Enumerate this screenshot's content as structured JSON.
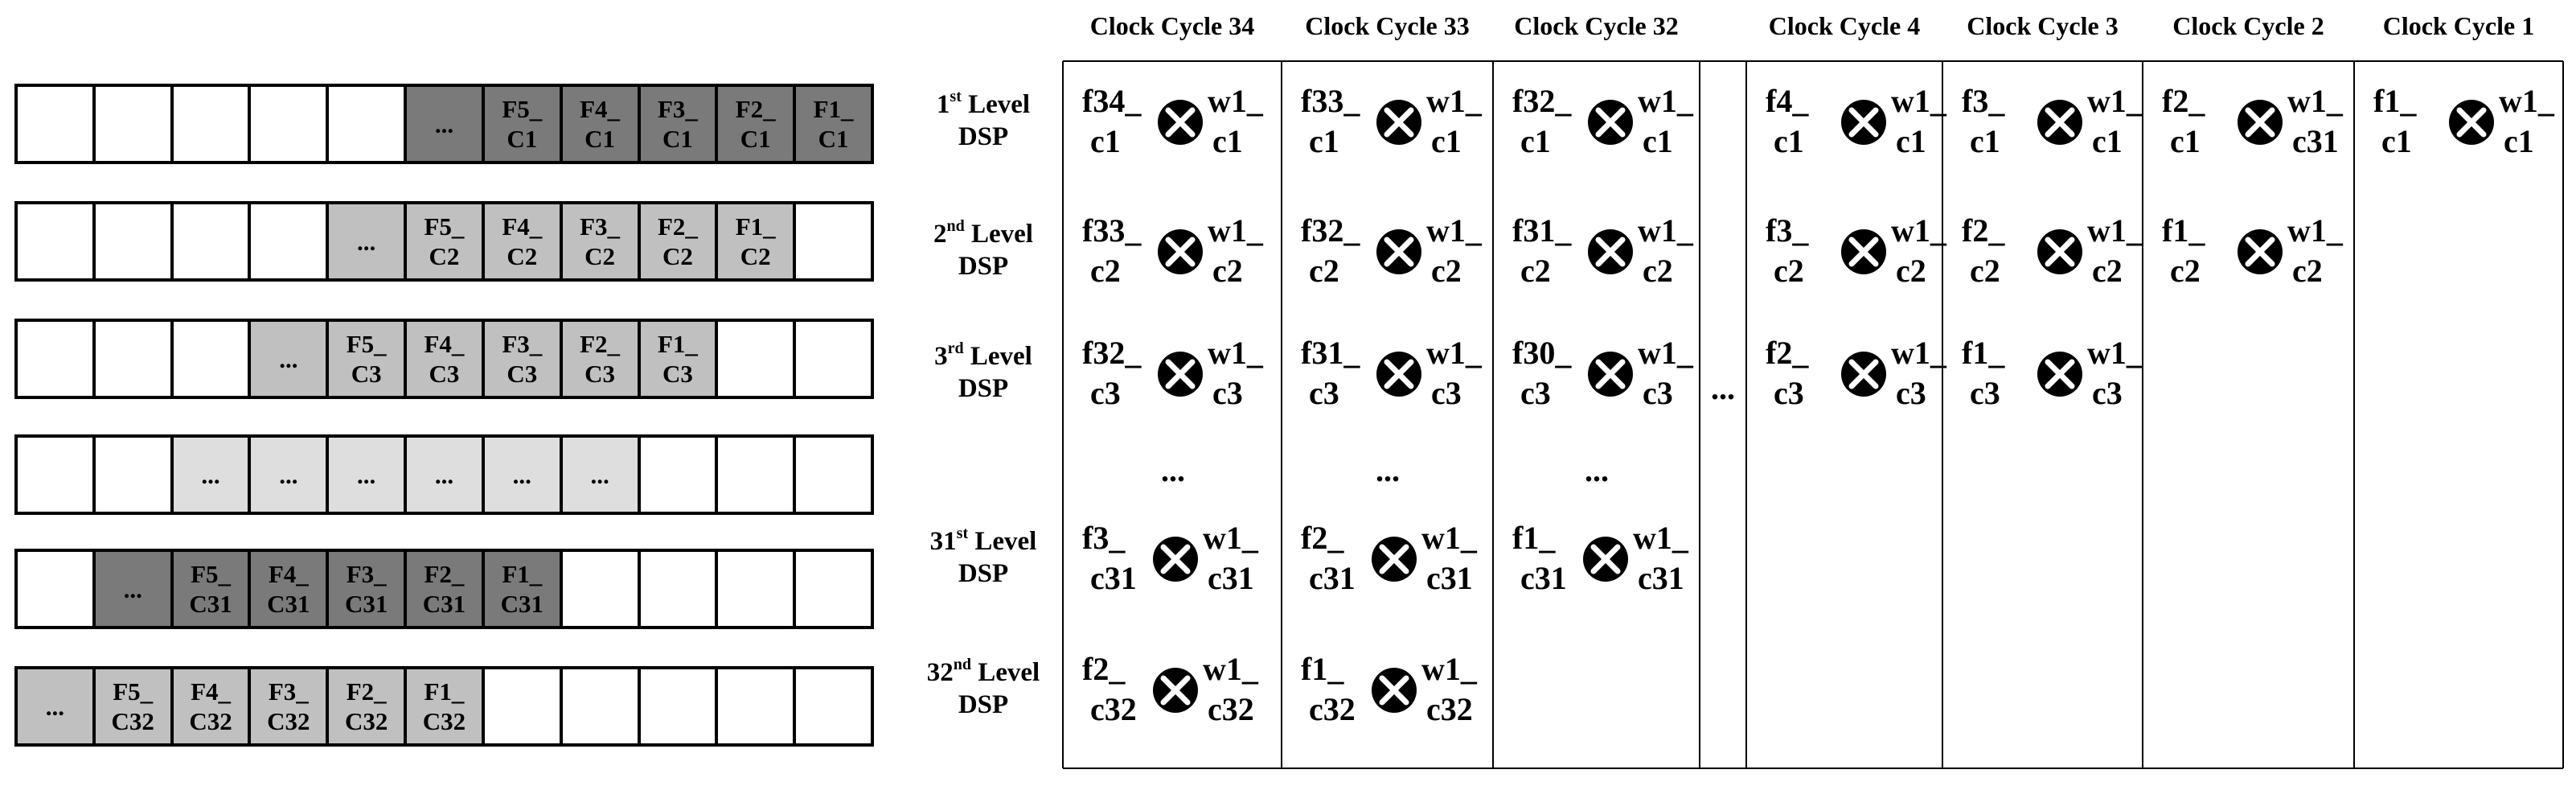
{
  "clock_headers": [
    "Clock Cycle 34",
    "Clock Cycle 33",
    "Clock Cycle 32",
    "Clock Cycle 4",
    "Clock Cycle 3",
    "Clock Cycle 2",
    "Clock Cycle 1"
  ],
  "gap_ellipsis": "...",
  "vertical_ellipsis": "...",
  "levels": [
    {
      "num": "1",
      "suffix": "st",
      "word": "Level",
      "unit": "DSP"
    },
    {
      "num": "2",
      "suffix": "nd",
      "word": "Level",
      "unit": "DSP"
    },
    {
      "num": "3",
      "suffix": "rd",
      "word": "Level",
      "unit": "DSP"
    },
    {
      "num": "31",
      "suffix": "st",
      "word": "Level",
      "unit": "DSP"
    },
    {
      "num": "32",
      "suffix": "nd",
      "word": "Level",
      "unit": "DSP"
    }
  ],
  "buffer_rows": [
    {
      "shade": "dark",
      "cells": [
        "",
        "",
        "",
        "",
        "",
        "...",
        "F5_|C1",
        "F4_|C1",
        "F3_|C1",
        "F2_|C1",
        "F1_|C1"
      ]
    },
    {
      "shade": "mid",
      "cells": [
        "",
        "",
        "",
        "",
        "...",
        "F5_|C2",
        "F4_|C2",
        "F3_|C2",
        "F2_|C2",
        "F1_|C2",
        ""
      ]
    },
    {
      "shade": "mid",
      "cells": [
        "",
        "",
        "",
        "...",
        "F5_|C3",
        "F4_|C3",
        "F3_|C3",
        "F2_|C3",
        "F1_|C3",
        "",
        ""
      ]
    },
    {
      "shade": "light",
      "cells": [
        "",
        "",
        "...",
        "...",
        "...",
        "...",
        "...",
        "...",
        "",
        "",
        ""
      ]
    },
    {
      "shade": "dark",
      "cells": [
        "",
        "...",
        "F5_|C31",
        "F4_|C31",
        "F3_|C31",
        "F2_|C31",
        "F1_|C31",
        "",
        "",
        "",
        ""
      ]
    },
    {
      "shade": "mid",
      "cells": [
        "...",
        "F5_|C32",
        "F4_|C32",
        "F3_|C32",
        "F2_|C32",
        "F1_|C32",
        "",
        "",
        "",
        "",
        ""
      ]
    }
  ],
  "operations": [
    [
      [
        "f34_",
        "c1",
        "w1_",
        "c1"
      ],
      [
        "f33_",
        "c1",
        "w1_",
        "c1"
      ],
      [
        "f32_",
        "c1",
        "w1_",
        "c1"
      ],
      [
        "f4_",
        "c1",
        "w1_",
        "c1"
      ],
      [
        "f3_",
        "c1",
        "w1_",
        "c1"
      ],
      [
        "f2_",
        "c1",
        "w1_",
        "c31"
      ],
      [
        "f1_",
        "c1",
        "w1_",
        "c1"
      ]
    ],
    [
      [
        "f33_",
        "c2",
        "w1_",
        "c2"
      ],
      [
        "f32_",
        "c2",
        "w1_",
        "c2"
      ],
      [
        "f31_",
        "c2",
        "w1_",
        "c2"
      ],
      [
        "f3_",
        "c2",
        "w1_",
        "c2"
      ],
      [
        "f2_",
        "c2",
        "w1_",
        "c2"
      ],
      [
        "f1_",
        "c2",
        "w1_",
        "c2"
      ],
      null
    ],
    [
      [
        "f32_",
        "c3",
        "w1_",
        "c3"
      ],
      [
        "f31_",
        "c3",
        "w1_",
        "c3"
      ],
      [
        "f30_",
        "c3",
        "w1_",
        "c3"
      ],
      [
        "f2_",
        "c3",
        "w1_",
        "c3"
      ],
      [
        "f1_",
        "c3",
        "w1_",
        "c3"
      ],
      null,
      null
    ],
    [
      [
        "f3_",
        "c31",
        "w1_",
        "c31"
      ],
      [
        "f2_",
        "c31",
        "w1_",
        "c31"
      ],
      [
        "f1_",
        "c31",
        "w1_",
        "c31"
      ],
      null,
      null,
      null,
      null
    ],
    [
      [
        "f2_",
        "c32",
        "w1_",
        "c32"
      ],
      [
        "f1_",
        "c32",
        "w1_",
        "c32"
      ],
      null,
      null,
      null,
      null,
      null
    ]
  ],
  "colors": {
    "line": "#000000",
    "dark_fill": "#7a7a7a",
    "mid_fill": "#c0c0c0",
    "light_fill": "#dedede"
  },
  "icons": {
    "multiply": "multiply-circle-icon"
  }
}
